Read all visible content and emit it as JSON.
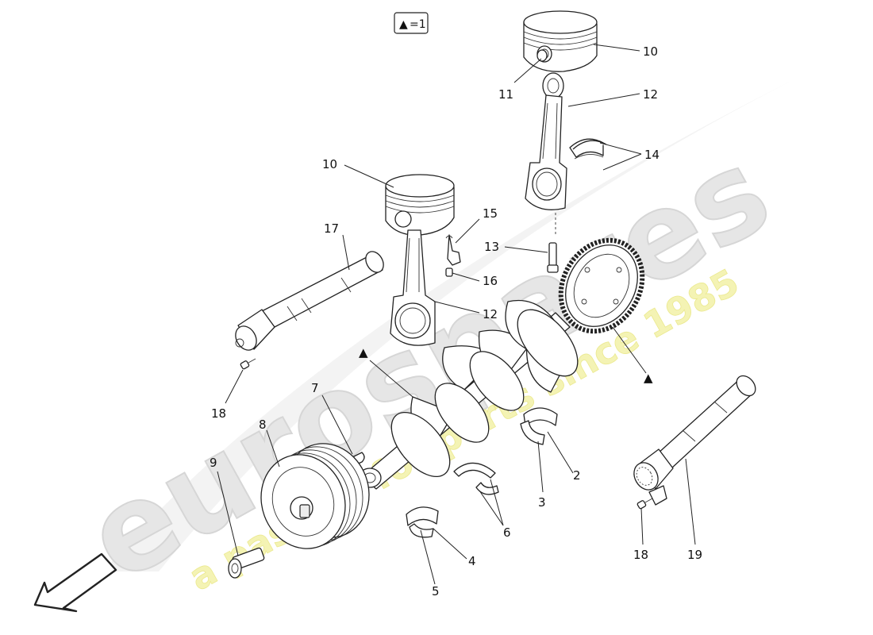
{
  "legend": {
    "symbol": "▲",
    "text": "=1"
  },
  "watermark": {
    "brand": "eurospares",
    "tagline": "a passion for parts since 1985",
    "brand_color": "#e2e2e2",
    "tagline_color": "#f1f0a8"
  },
  "callouts": {
    "c10_top": "10",
    "c11": "11",
    "c12_top": "12",
    "c14": "14",
    "c10_mid": "10",
    "c15": "15",
    "c13": "13",
    "c17": "17",
    "c16": "16",
    "c12_mid": "12",
    "c18_left": "18",
    "c7": "7",
    "c8": "8",
    "c9": "9",
    "c2": "2",
    "c3": "3",
    "c6": "6",
    "c4": "4",
    "c5": "5",
    "c18_right": "18",
    "c19": "19"
  },
  "markers": {
    "crank_marker": "▲",
    "ring_marker": "▲"
  },
  "colors": {
    "line": "#222222",
    "arrow_fill": "#ffffff"
  }
}
